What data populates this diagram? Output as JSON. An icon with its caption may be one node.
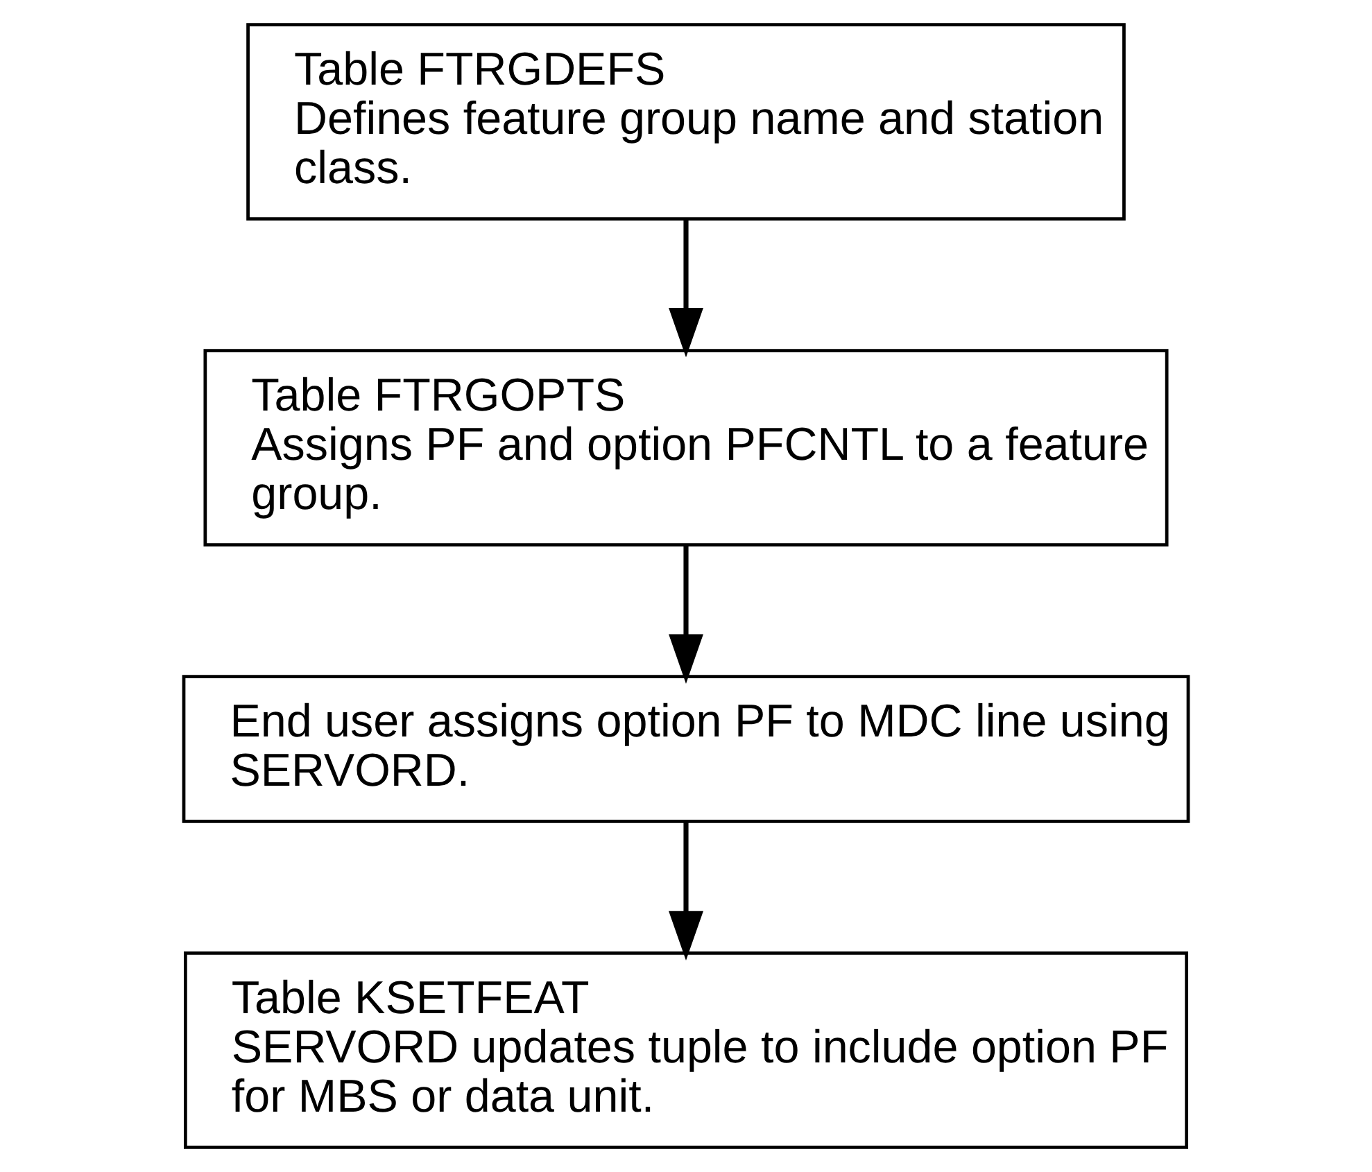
{
  "diagram": {
    "nodes": [
      {
        "text": [
          "Table FTRGDEFS",
          "Defines feature group name and station class."
        ]
      },
      {
        "text": [
          "Table FTRGOPTS",
          "Assigns PF and option PFCNTL to a feature group."
        ]
      },
      {
        "text": [
          "End user assigns option PF to MDC line using SERVORD."
        ]
      },
      {
        "text": [
          "Table KSETFEAT",
          "SERVORD updates tuple to include option PF for MBS or data unit."
        ]
      }
    ],
    "edges": [
      {
        "from": 0,
        "to": 1,
        "arrow": "to"
      },
      {
        "from": 1,
        "to": 2,
        "arrow": "to"
      },
      {
        "from": 2,
        "to": 3,
        "arrow": "to"
      }
    ]
  }
}
